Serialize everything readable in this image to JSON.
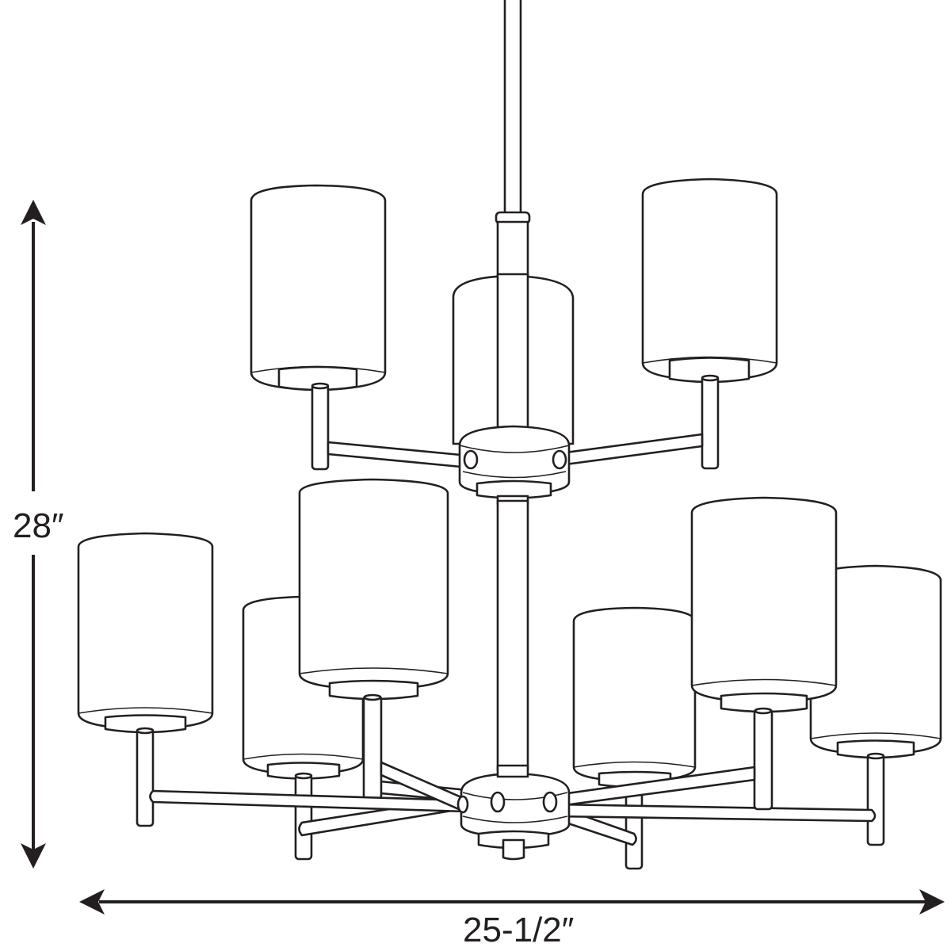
{
  "diagram": {
    "subject": "Nine-light two-tier chandelier",
    "stroke_color": "#231f20",
    "background": "#ffffff",
    "dimensions": {
      "height": {
        "label": "28″",
        "orientation": "vertical"
      },
      "width": {
        "label": "25-1/2″",
        "orientation": "horizontal"
      }
    },
    "tiers": {
      "upper": {
        "shade_count": 3
      },
      "lower": {
        "shade_count": 6
      }
    }
  }
}
